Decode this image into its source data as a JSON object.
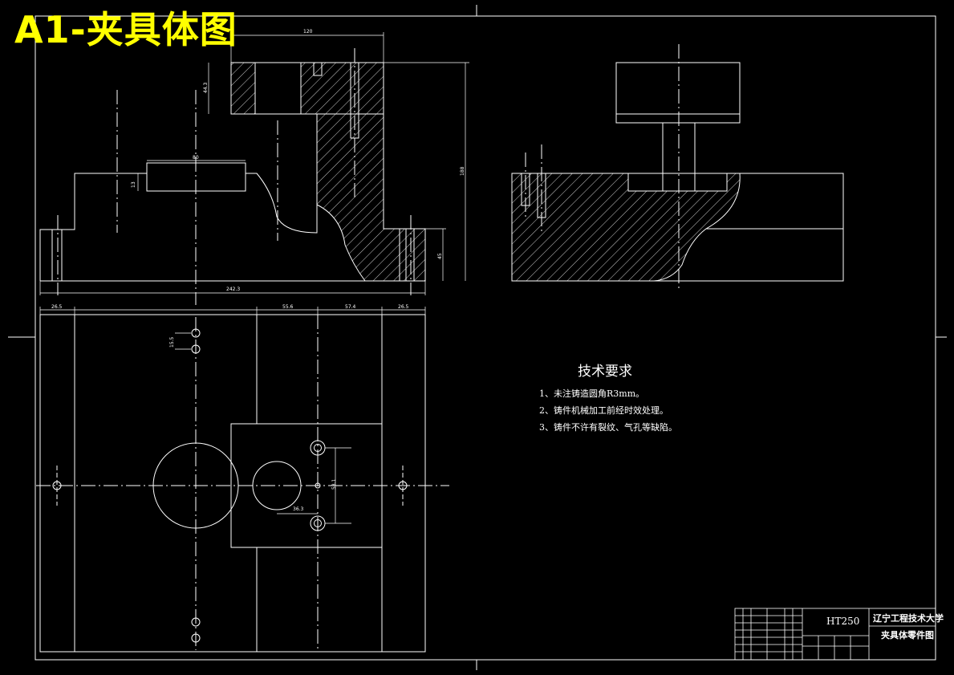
{
  "title": "A1-夹具体图",
  "tech_requirements": {
    "heading": "技术要求",
    "items": [
      "1、未注铸造圆角R3mm。",
      "2、铸件机械加工前经时效处理。",
      "3、铸件不许有裂纹、气孔等缺陷。"
    ]
  },
  "title_block": {
    "material": "HT250",
    "school": "辽宁工程技术大学",
    "drawing_name": "夹具体零件图"
  },
  "dimensions": {
    "top_width": "120",
    "slot_width": "80",
    "slot_depth": "13",
    "plate_thickness": "44.3",
    "total_height": "188",
    "base_height": "45",
    "overall_length": "242.3",
    "left_strip": "26.5",
    "mid_a": "55.6",
    "mid_b": "57.4",
    "right_strip": "26.5",
    "hole_pitch": "15.5",
    "offset_x": "36.3",
    "offset_y": "58.1"
  },
  "colors": {
    "background": "#000000",
    "lines": "#ffffff",
    "title": "#ffff00"
  }
}
